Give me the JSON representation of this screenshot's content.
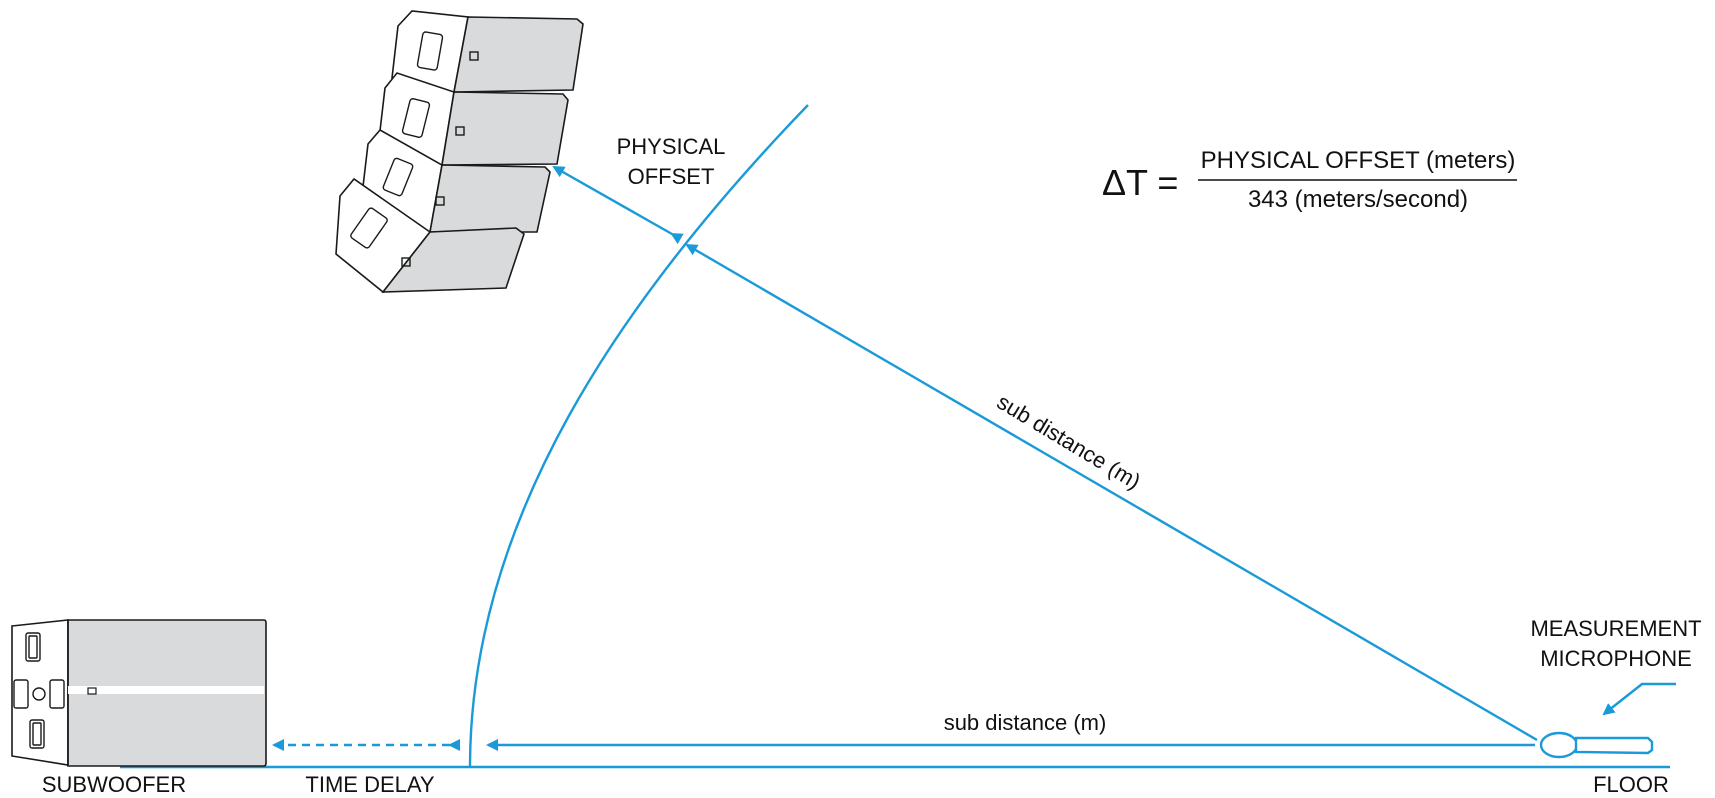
{
  "labels": {
    "physical_offset": [
      "PHYSICAL",
      "OFFSET"
    ],
    "measurement_microphone": [
      "MEASUREMENT",
      "MICROPHONE"
    ],
    "sub_distance_diagonal": "sub distance (m)",
    "sub_distance_horizontal": "sub distance (m)",
    "subwoofer": "SUBWOOFER",
    "time_delay": "TIME DELAY",
    "floor": "FLOOR"
  },
  "formula": {
    "lhs": "ΔT =",
    "numerator": "PHYSICAL OFFSET (meters)",
    "denominator": "343 (meters/second)"
  },
  "colors": {
    "accent": "#1a9ad9",
    "cabinet_face": "#d9dadb",
    "outline": "#1a1a1a",
    "text": "#111111"
  }
}
